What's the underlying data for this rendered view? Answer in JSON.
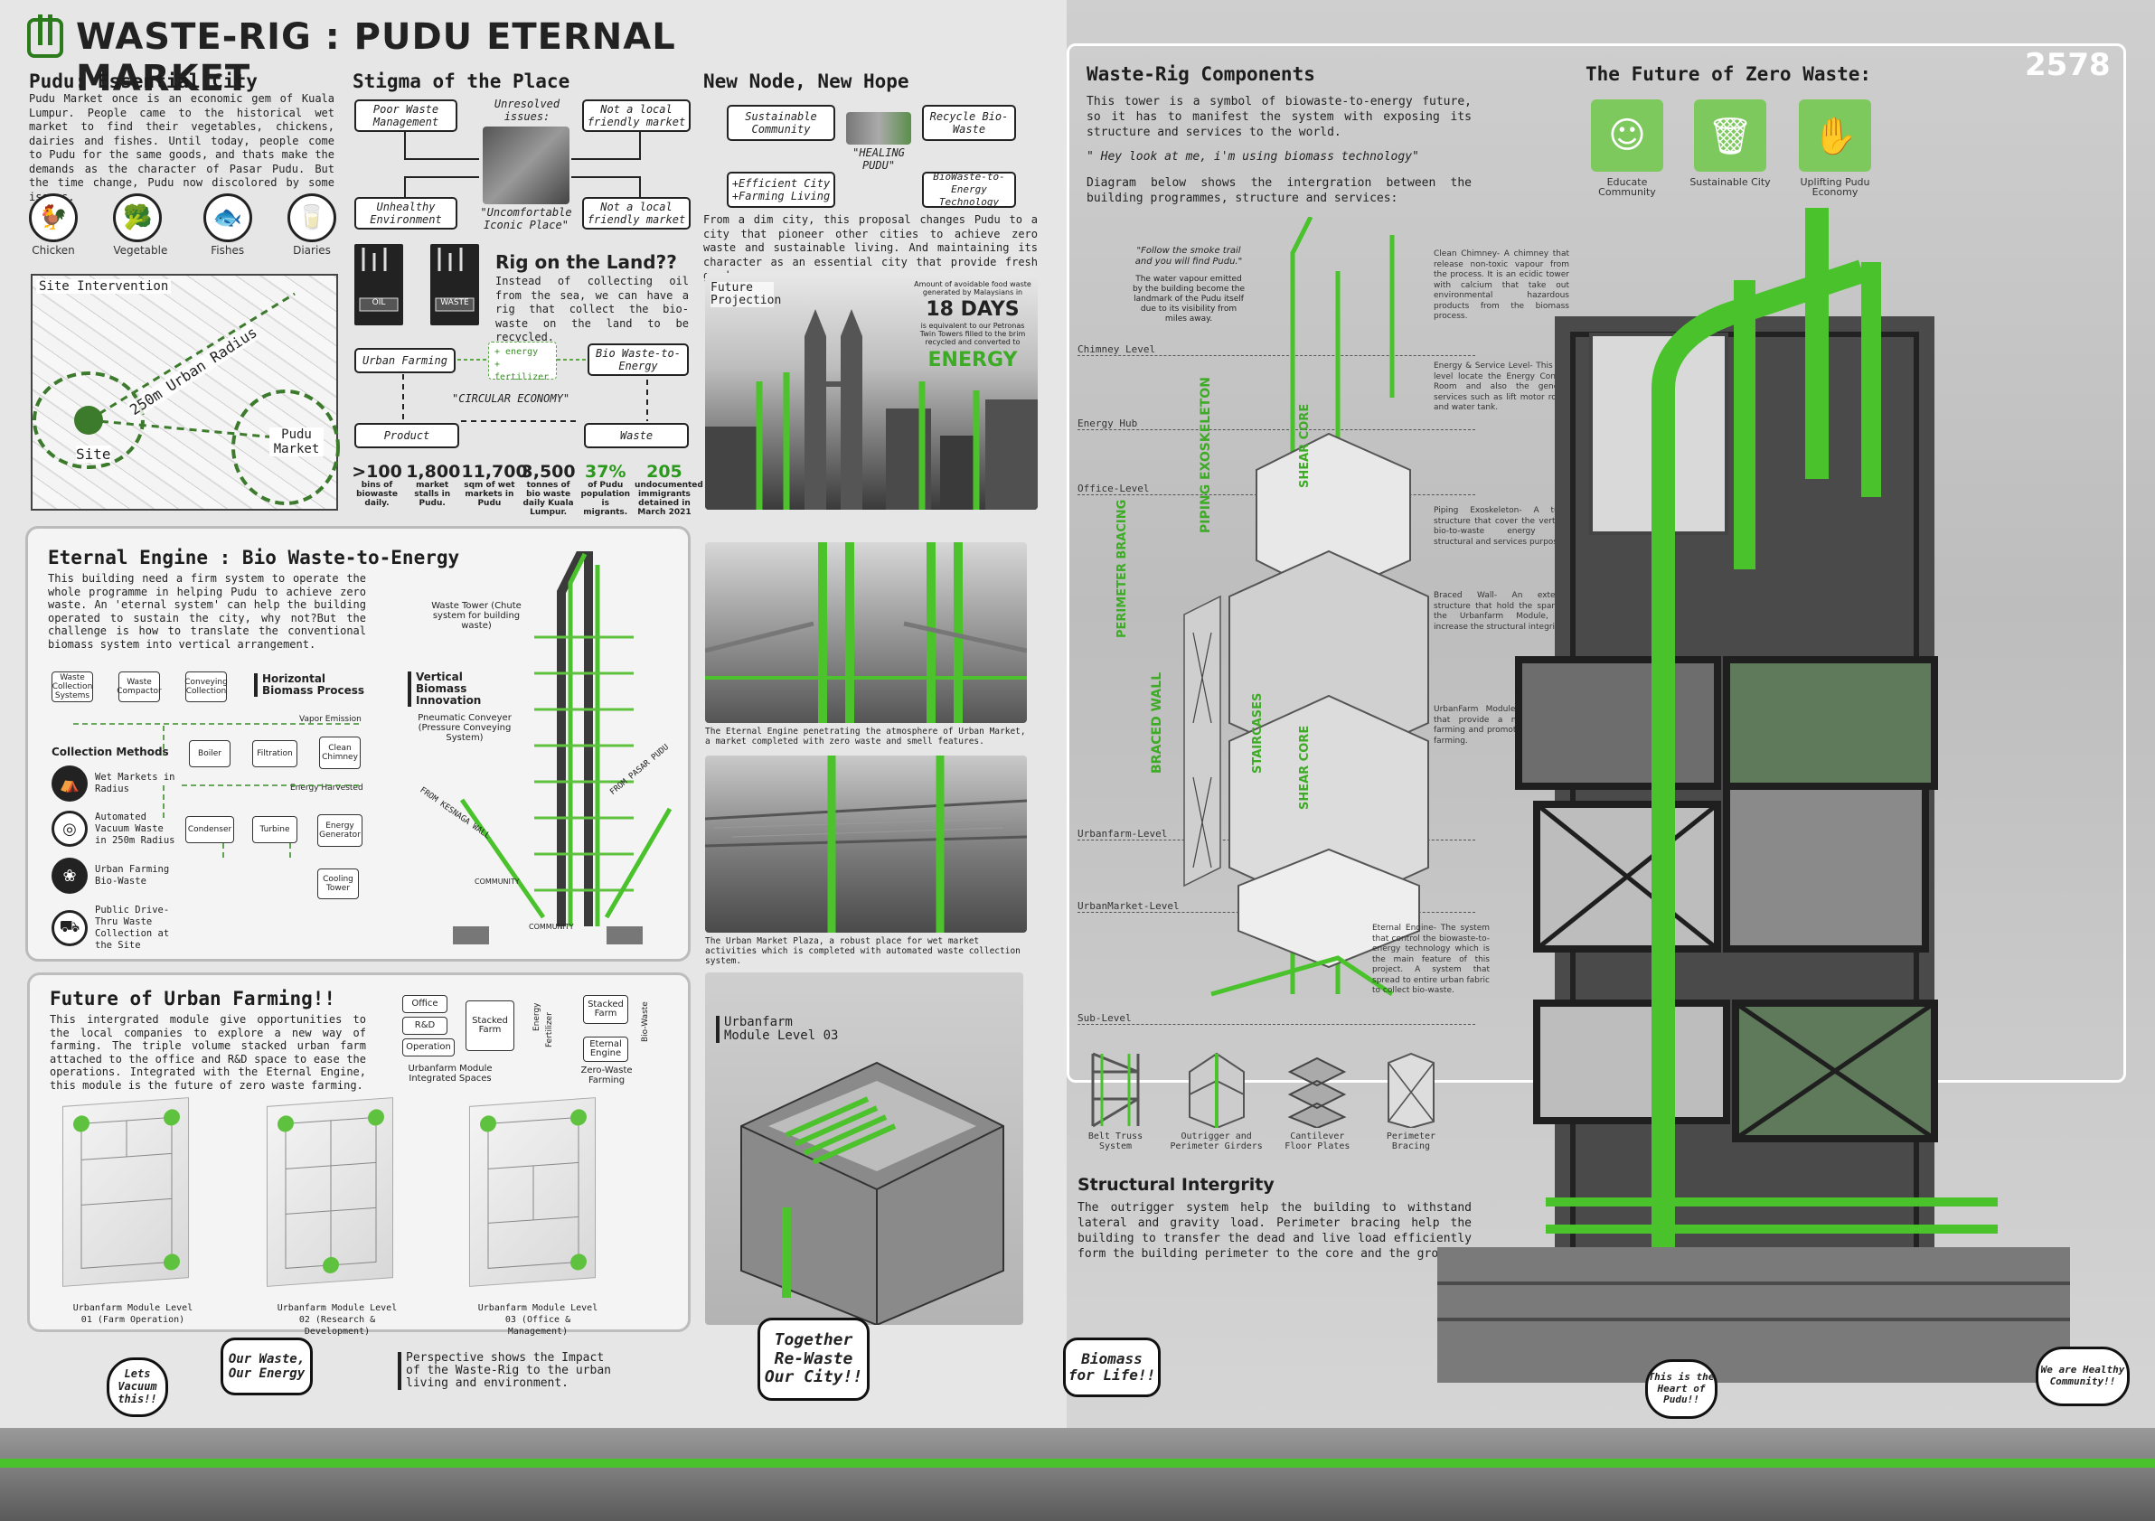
{
  "header": {
    "title": "WASTE-RIG : PUDU ETERNAL MARKET",
    "code": "2578"
  },
  "essential": {
    "heading": "Pudu: Essential City",
    "body": "Pudu Market once is an economic gem of Kuala Lumpur. People came to the historical wet market to find their vegetables, chickens, dairies and fishes. Until today, people come to Pudu for the same goods, and thats make the demands as the character of Pasar Pudu. But the time change, Pudu now discolored by some issues.",
    "icons": [
      "Chicken",
      "Vegetable",
      "Fishes",
      "Diaries"
    ]
  },
  "site": {
    "heading": "Site Intervention",
    "radius": "250m Urban Radius",
    "site": "Site",
    "market": "Pudu Market"
  },
  "stigma": {
    "heading": "Stigma of the Place",
    "poor": "Poor Waste Management",
    "unresolved": "Unresolved issues:",
    "notlocal": "Not a local friendly market",
    "unhealthy": "Unhealthy Environment",
    "uncomfortable": "\"Uncomfortable Iconic Place\"",
    "notlocal2": "Not a local friendly market"
  },
  "rig": {
    "heading": "Rig on the Land??",
    "body": "Instead of collecting oil from the sea, we can have a rig that collect the bio-waste on the land to be recycled.",
    "oil": "OIL",
    "waste": "WASTE",
    "urban": "Urban Farming",
    "energy": "+ energy",
    "fert": "+ fertilizer",
    "bio": "Bio Waste-to-Energy",
    "circular": "\"CIRCULAR ECONOMY\"",
    "product": "Product",
    "waste2": "Waste"
  },
  "stats": [
    {
      "n": ">100",
      "l": "bins of biowaste daily."
    },
    {
      "n": "1,800",
      "l": "market stalls in Pudu."
    },
    {
      "n": "11,700",
      "l": "sqm of wet markets in Pudu"
    },
    {
      "n": "3,500",
      "l": "tonnes of bio waste daily Kuala Lumpur."
    },
    {
      "n": "37%",
      "l": "of Pudu population is migrants."
    },
    {
      "n": "205",
      "l": "undocumented immigrants detained in March 2021"
    }
  ],
  "node": {
    "heading": "New Node, New Hope",
    "sustain": "Sustainable Community",
    "healing": "\"HEALING PUDU\"",
    "recycle": "Recycle Bio-Waste",
    "efficient": "+Efficient City +Farming Living",
    "biowaste": "BioWaste-to-Energy Technology",
    "body": "From a dim city, this proposal changes Pudu to a city that pioneer other cities to achieve zero waste and sustainable living. And maintaining its character as an essential city that provide fresh goods."
  },
  "projection": {
    "label": "Future Projection",
    "small": "Amount of avoidable food waste generated by Malaysians in",
    "days": "18 DAYS",
    "equiv": "is equivalent to our Petronas Twin Towers filled to the brim recycled and converted to",
    "energy": "ENERGY"
  },
  "engine": {
    "heading": "Eternal Engine : Bio Waste-to-Energy",
    "body": "This building need a firm system to operate the whole programme in helping Pudu to achieve zero waste. An 'eternal system' can help the building operated to sustain the city, why not?But the challenge is how to translate the conventional biomass system into vertical arrangement.",
    "hproc": "Horizontal Biomass Process",
    "vert": "Vertical Biomass Innovation",
    "tower": "Waste Tower (Chute system for building waste)",
    "pneu": "Pneumatic Conveyer (Pressure Conveying System)",
    "collection": "Collection Methods",
    "methods": [
      "Wet Markets in Radius",
      "Automated Vacuum Waste in 250m Radius",
      "Urban Farming Bio-Waste",
      "Public Drive-Thru Waste Collection at the Site"
    ],
    "steps": [
      "Waste Collection Systems",
      "Waste Compactor",
      "Conveying Collection",
      "Boiler",
      "Filtration",
      "Clean Chimney",
      "Condenser",
      "Turbine",
      "Energy Generator",
      "Cooling Tower"
    ],
    "vapor": "Vapor Emission",
    "harvest": "Energy Harvested",
    "kesnaga": "FROM KESNAGA WALL",
    "pasar": "FROM PASAR PUDU",
    "community": "COMMUNITY",
    "community2": "COMMUNITY"
  },
  "photos": {
    "cap1": "The Eternal Engine penetrating the atmosphere of Urban Market, a market completed with zero waste and smell features.",
    "cap2": "The Urban Market Plaza, a robust place for wet market activities which is completed with automated waste collection system."
  },
  "farming": {
    "heading": "Future of Urban Farming!!",
    "body": "This intergrated module give opportunities to the local companies to explore a new way of farming. The triple volume stacked urban farm attached to the office and R&D space to ease the operations. Integrated with the Eternal Engine, this module is the future of zero waste farming.",
    "office": "Office",
    "rnd": "R&D",
    "operation": "Operation",
    "stacked": "Stacked Farm",
    "integrated": "Urbanfarm Module Integrated Spaces",
    "energy": "Energy",
    "fertilizer": "Fertilizer",
    "stacked2": "Stacked Farm",
    "eternal": "Eternal Engine",
    "biowaste": "Bio-Waste",
    "zero": "Zero-Waste Farming",
    "plans": [
      "Urbanfarm Module Level 01 (Farm Operation)",
      "Urbanfarm Module Level 02 (Research & Development)",
      "Urbanfarm Module Level 03 (Office & Management)"
    ],
    "module": "Urbanfarm Module Level 03"
  },
  "components": {
    "heading": "Waste-Rig Components",
    "body": "This tower is a symbol of biowaste-to-energy future, so it has to manifest the system with exposing its structure and services to the world.",
    "quote": "\" Hey look at me, i'm using biomass technology\"",
    "body2": "Diagram below shows the intergration between the building programmes, structure and services:",
    "smoke": "\"Follow the smoke trail and you will find Pudu.\"",
    "smoke2": "The water vapour emitted by the building become the landmark of the Pudu itself due to its visibility from miles away.",
    "levels": [
      "Chimney Level",
      "Energy Hub",
      "Office-Level",
      "Urbanfarm-Level",
      "UrbanMarket-Level",
      "Sub-Level"
    ],
    "notes": [
      "Clean Chimney- A chimney that release non-toxic vapour from the process. It is an ecidic tower with calcium that take out environmental hazardous products from the biomass process.",
      "Energy & Service Level- This top level locate the Energy Control Room and also the general services such as lift motor room and water tank.",
      "Piping Exoskeleton- A tube structure that cover the vertical bio-to-waste energy for structural and services purpose.",
      "Braced Wall- An exterior structure that hold the span of the Urbanfarm Module, to increase the structural integrity.",
      "UrbanFarm Module- A module that provide a new way of farming and promote zero waste farming.",
      "Eternal Engine- The system that control the biowaste-to-energy technology which is the main feature of this project. A system that spread to entire urban fabric to collect bio-waste."
    ],
    "vlabels": [
      "PIPING EXOSKELETON",
      "PERIMETER BRACING",
      "BRACED WALL",
      "SHEAR CORE",
      "STAIRCASES",
      "SHEAR CORE"
    ],
    "struct": [
      "Belt Truss System",
      "Outrigger and Perimeter Girders",
      "Cantilever Floor Plates",
      "Perimeter Bracing"
    ]
  },
  "structural": {
    "heading": "Structural Intergrity",
    "body": "The outrigger system help the building to withstand lateral and gravity load. Perimeter bracing help the building to transfer the dead and live load efficiently form the building perimeter to the core and the ground."
  },
  "future": {
    "heading": "The Future of Zero Waste:",
    "items": [
      "Educate Community",
      "Sustainable City",
      "Uplifting Pudu Economy"
    ]
  },
  "bubbles": [
    "Lets Vacuum this!!",
    "Our Waste, Our Energy",
    "Together Re-Waste Our City!!",
    "Biomass for Life!!",
    "This is the Heart of Pudu!!",
    "We are Healthy Community!!"
  ],
  "perspective": "Perspective shows the Impact of the Waste-Rig to the urban living and environment."
}
